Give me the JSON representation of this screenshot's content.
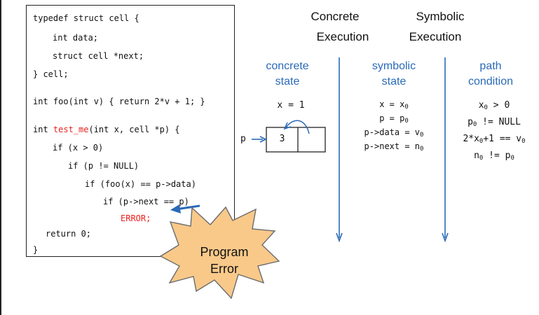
{
  "code": {
    "line1": "typedef struct cell {",
    "line2": "int data;",
    "line3": "struct cell *next;",
    "line4": "} cell;",
    "line5": "int foo(int v) { return 2*v + 1; }",
    "line6_a": "int ",
    "line6_fn": "test_me",
    "line6_b": "(int x, cell *p) {",
    "line7": "if (x > 0)",
    "line8": "if (p != NULL)",
    "line9": "if (foo(x) == p->data)",
    "line10": "if (p->next == p)",
    "line11": "ERROR;",
    "line12": "return 0;",
    "line13": "}"
  },
  "headings": {
    "concrete_execution_1": "Concrete",
    "concrete_execution_2": "Execution",
    "symbolic_execution_1": "Symbolic",
    "symbolic_execution_2": "Execution"
  },
  "columns": {
    "concrete_1": "concrete",
    "concrete_2": "state",
    "symbolic_1": "symbolic",
    "symbolic_2": "state",
    "path_1": "path",
    "path_2": "condition"
  },
  "concrete_state": {
    "x_line": "x = 1",
    "p_label": "p",
    "cell_value": "3"
  },
  "symbolic_state": {
    "x_lhs": "x = x",
    "x_sub": "0",
    "p_lhs": "p = p",
    "p_sub": "0",
    "data_lhs": "p->data = v",
    "data_sub": "0",
    "next_lhs": "p->next = n",
    "next_sub": "0"
  },
  "path_condition": {
    "c1_a": "x",
    "c1_sub": "0",
    "c1_b": " > 0",
    "c2_a": "p",
    "c2_sub": "0",
    "c2_b": " != NULL",
    "c3_a": "2*x",
    "c3_sub": "0",
    "c3_b": "+1 == v",
    "c3_sub2": "0",
    "c4_a": "n",
    "c4_sub": "0",
    "c4_b": " != p",
    "c4_sub2": "0"
  },
  "callout": {
    "line1": "Program",
    "line2": "Error"
  },
  "colors": {
    "blue": "#2a6ab7",
    "red": "#e8221c",
    "star_fill": "#f9c98a"
  }
}
